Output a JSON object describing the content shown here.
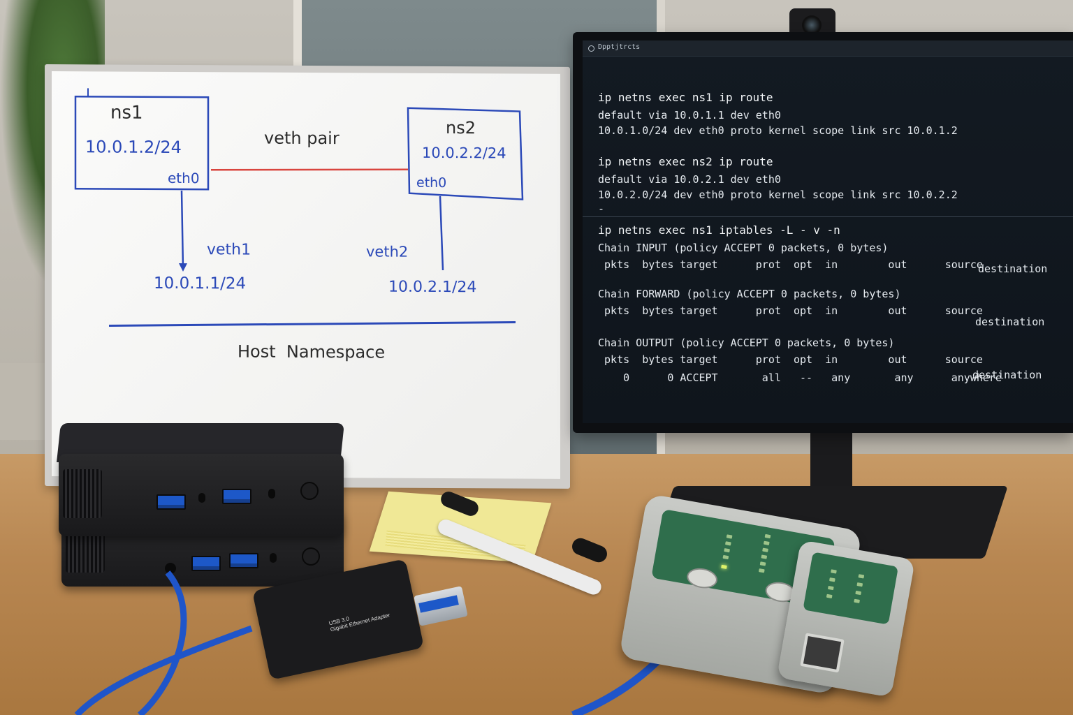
{
  "scene": {
    "description_free": true
  },
  "whiteboard": {
    "ns1": {
      "name": "ns1",
      "ip": "10.0.1.2/24",
      "iface": "eth0"
    },
    "ns2": {
      "name": "ns2",
      "ip": "10.0.2.2/24",
      "iface": "eth0"
    },
    "link_label": "veth pair",
    "veth1": {
      "name": "veth1",
      "ip": "10.0.1.1/24"
    },
    "veth2": {
      "name": "veth2",
      "ip": "10.0.2.1/24"
    },
    "host_label": "Host  Namespace",
    "colors": {
      "ink_blue": "#2b49b8",
      "ink_red": "#d9453e",
      "ink_black": "#2b2b2b"
    }
  },
  "terminal": {
    "title": "Dpptjtrcts",
    "lines": [
      {
        "text": "ip netns exec ns1 ip route",
        "cmd": true
      },
      {
        "text": "default via 10.0.1.1 dev eth0",
        "cmd": false
      },
      {
        "text": "10.0.1.0/24 dev eth0 proto kernel scope link src 10.0.1.2",
        "cmd": false
      },
      {
        "text": "ip netns exec ns2 ip route",
        "cmd": true
      },
      {
        "text": "default via 10.0.2.1 dev eth0",
        "cmd": false
      },
      {
        "text": "10.0.2.0/24 dev eth0 proto kernel scope link src 10.0.2.2",
        "cmd": false
      },
      {
        "text": "-",
        "cmd": false
      },
      {
        "text": "ip netns exec ns1 iptables -L - v -n",
        "cmd": true
      },
      {
        "text": "Chain INPUT (policy ACCEPT 0 packets, 0 bytes)",
        "cmd": false
      },
      {
        "text": " pkts  bytes target      prot  opt  in        out      source",
        "cmd": false
      },
      {
        "text": "destination",
        "cmd": false
      },
      {
        "text": "Chain FORWARD (policy ACCEPT 0 packets, 0 bytes)",
        "cmd": false
      },
      {
        "text": " pkts  bytes target      prot  opt  in        out      source",
        "cmd": false
      },
      {
        "text": "destination",
        "cmd": false
      },
      {
        "text": "Chain OUTPUT (policy ACCEPT  0 packets, 0 bytes)",
        "cmd": false
      },
      {
        "text": " pkts  bytes target      prot  opt  in        out      source",
        "cmd": false
      },
      {
        "text": "    0      0 ACCEPT       all   --   any       any      anywhere",
        "cmd": false
      },
      {
        "text": "destination",
        "cmd": false
      }
    ],
    "colors": {
      "bg": "#121820",
      "fg": "#e6ebf0"
    }
  },
  "adapter": {
    "label_line1": "USB 3.0",
    "label_line2": "Gigabit Ethernet Adapter"
  },
  "colors": {
    "usb_blue": "#1d58c8",
    "cable_blue": "#1f55c9",
    "tester_green": "#2f6e4c",
    "desk": "#b88752"
  }
}
